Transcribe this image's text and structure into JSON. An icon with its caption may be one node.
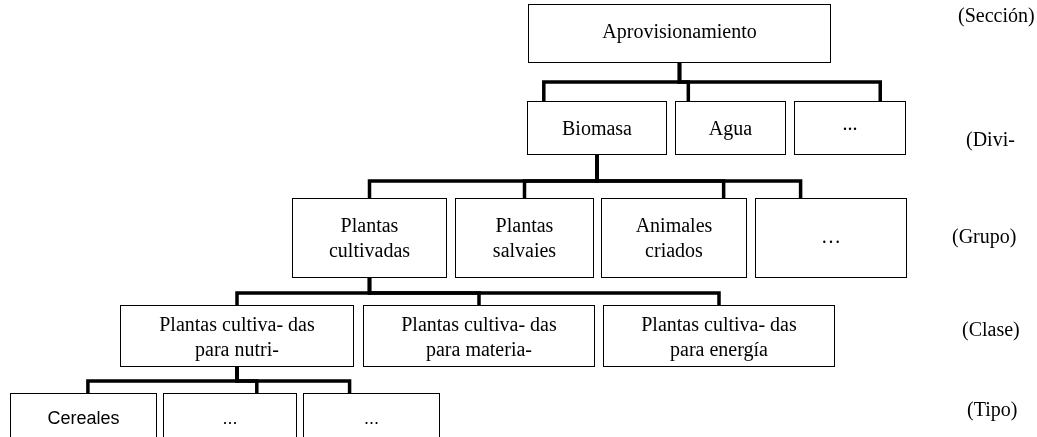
{
  "diagram": {
    "nodes": [
      {
        "text": [
          "Aprovisionamiento"
        ]
      },
      {
        "text": [
          "Biomasa"
        ]
      },
      {
        "text": [
          "Agua"
        ]
      },
      {
        "text": [
          "..."
        ]
      },
      {
        "text": [
          "Plantas cultivadas"
        ]
      },
      {
        "text": [
          "Plantas salvaies"
        ]
      },
      {
        "text": [
          "Animales criados"
        ]
      },
      {
        "text": [
          "…"
        ]
      },
      {
        "text": [
          "Plantas cultiva- das para nutri-"
        ]
      },
      {
        "text": [
          "Plantas cultiva- das para materia-"
        ]
      },
      {
        "text": [
          "Plantas cultiva- das para energía"
        ]
      },
      {
        "text": [
          "Cereales"
        ]
      },
      {
        "text": [
          "..."
        ]
      },
      {
        "text": [
          "..."
        ]
      }
    ],
    "edges": [
      {
        "from": 0,
        "to": 1,
        "arrow": "none"
      },
      {
        "from": 0,
        "to": 2,
        "arrow": "none"
      },
      {
        "from": 0,
        "to": 3,
        "arrow": "none"
      },
      {
        "from": 1,
        "to": 4,
        "arrow": "none"
      },
      {
        "from": 1,
        "to": 5,
        "arrow": "none"
      },
      {
        "from": 1,
        "to": 6,
        "arrow": "none"
      },
      {
        "from": 1,
        "to": 7,
        "arrow": "none"
      },
      {
        "from": 4,
        "to": 8,
        "arrow": "none"
      },
      {
        "from": 4,
        "to": 9,
        "arrow": "none"
      },
      {
        "from": 4,
        "to": 10,
        "arrow": "none"
      },
      {
        "from": 8,
        "to": 11,
        "arrow": "none"
      },
      {
        "from": 8,
        "to": 12,
        "arrow": "none"
      },
      {
        "from": 8,
        "to": 13,
        "arrow": "none"
      }
    ],
    "labels": [
      "(Sección)",
      "(Divi-",
      "(Grupo)",
      "(Clase)",
      "(Tipo)"
    ]
  }
}
